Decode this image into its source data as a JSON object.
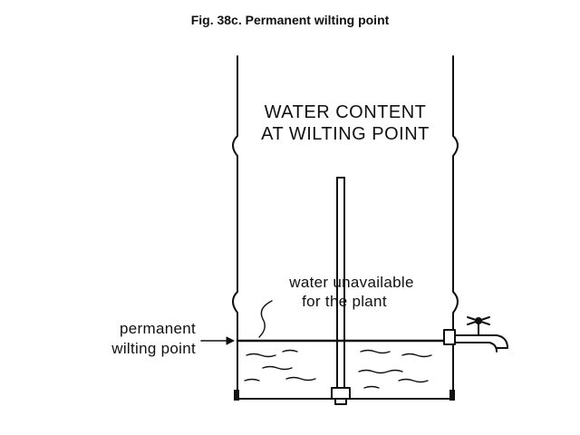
{
  "figure": {
    "title": "Fig. 38c. Permanent wilting point",
    "tank_label_line1": "WATER CONTENT",
    "tank_label_line2": "AT WILTING POINT",
    "water_note_line1": "water unavailable",
    "water_note_line2": "for the plant",
    "side_label_line1": "permanent",
    "side_label_line2": "wilting point"
  },
  "colors": {
    "ink": "#111111",
    "background": "#ffffff"
  }
}
